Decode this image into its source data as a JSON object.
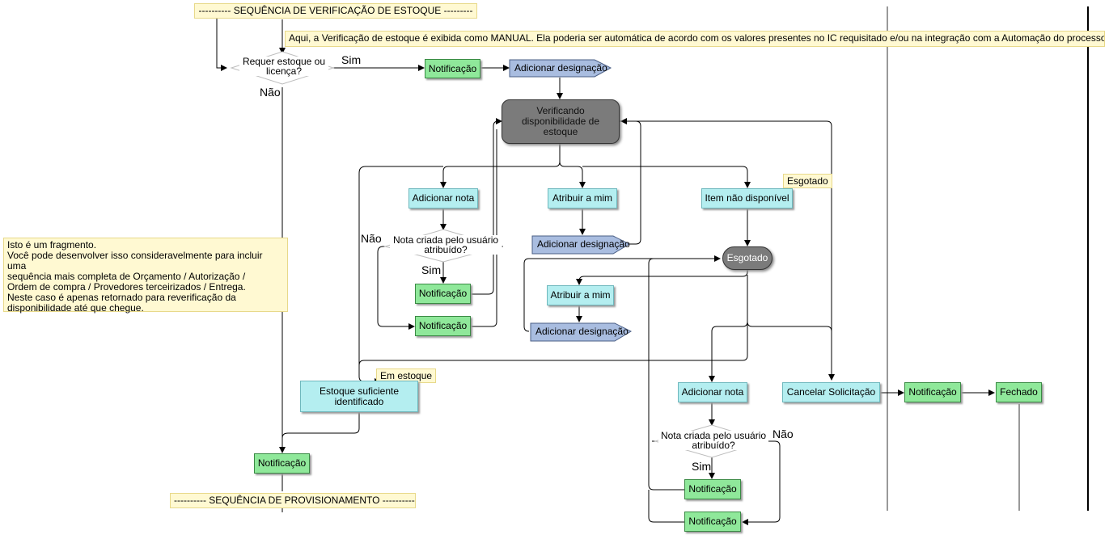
{
  "banners": {
    "stock_check": "---------- SEQUÊNCIA DE VERIFICAÇÃO DE ESTOQUE ---------",
    "provisioning": "---------- SEQUÊNCIA DE PROVISIONAMENTO ----------"
  },
  "notes": {
    "manual": "Aqui, a Verificação de estoque é exibida como MANUAL. Ela poderia ser automática de acordo com os valores presentes no IC requisitado e/ou na integração com a Automação do processo",
    "fragment": [
      "Isto é um fragmento.",
      "Você pode desenvolver isso consideravelmente para incluir uma",
      "sequência mais completa de Orçamento / Autorização /",
      "Ordem de compra / Provedores terceirizados / Entrega.",
      "Neste caso é apenas retornado para reverificação da",
      "disponibilidade até que chegue."
    ]
  },
  "tags": {
    "esgotado": "Esgotado",
    "em_estoque": "Em estoque"
  },
  "decisions": {
    "requires_stock": [
      "Requer estoque ou",
      "licença?"
    ],
    "note_created_1": [
      "Nota criada pelo usuário",
      "atribuído?"
    ],
    "note_created_2": [
      "Nota criada pelo usuário",
      "atribuído?"
    ]
  },
  "edge_labels": {
    "sim": "Sim",
    "nao": "Não"
  },
  "nodes": {
    "notificacao": "Notificação",
    "adicionar_designacao": "Adicionar designação",
    "verificando": [
      "Verificando",
      "disponibilidade de",
      "estoque"
    ],
    "adicionar_nota": "Adicionar nota",
    "atribuir_a_mim": "Atribuir a mim",
    "item_nao_disponivel": "Item não disponível",
    "esgotado": "Esgotado",
    "estoque_suficiente": [
      "Estoque suficiente",
      "identificado"
    ],
    "cancelar_solicitacao": "Cancelar Solicitação",
    "fechado": "Fechado"
  },
  "colors": {
    "notification": "#8fe89a",
    "task": "#b4eef0",
    "assignment": "#a9bde0",
    "status": "#7b7b7b",
    "note": "#fff9d2"
  }
}
